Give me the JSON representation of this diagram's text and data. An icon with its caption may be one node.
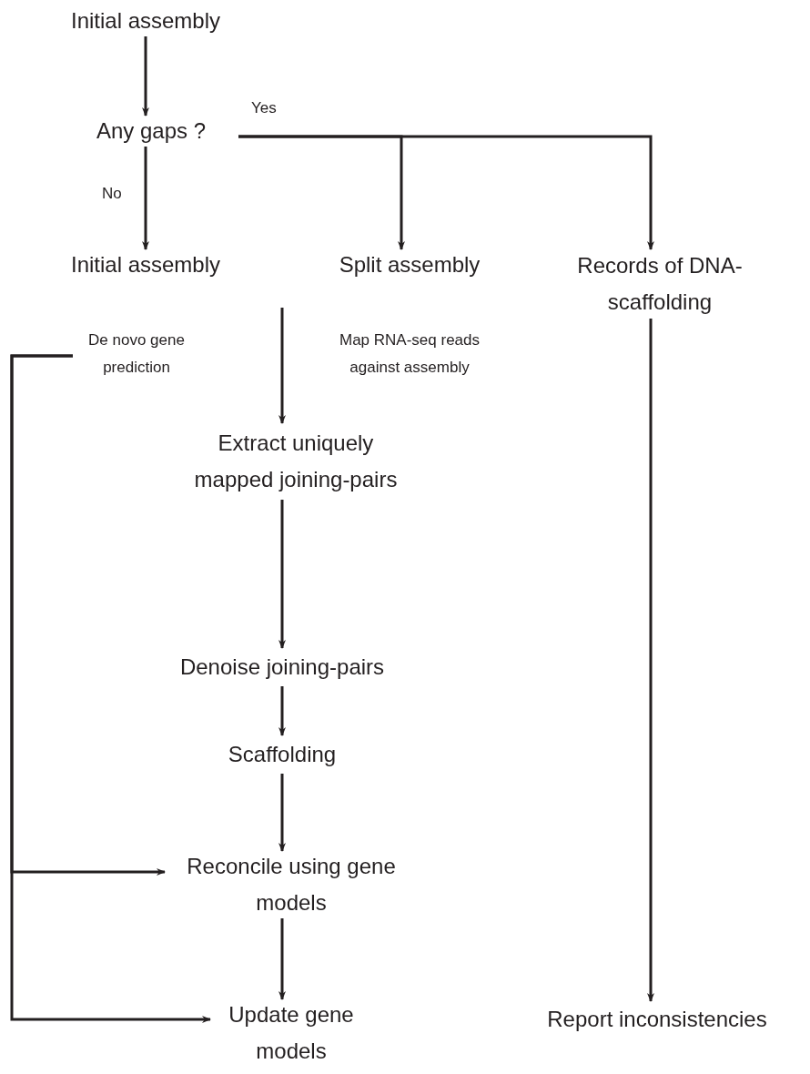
{
  "diagram": {
    "nodes": [
      {
        "text": [
          "Initial assembly"
        ]
      },
      {
        "text": [
          "Any gaps ?"
        ]
      },
      {
        "text": [
          "Initial assembly"
        ]
      },
      {
        "text": [
          "Split assembly"
        ]
      },
      {
        "text": [
          "Records of DNA-scaffolding"
        ]
      },
      {
        "text": [
          "De novo gene prediction"
        ]
      },
      {
        "text": [
          "Extract uniquely mapped joining-pairs"
        ]
      },
      {
        "text": [
          "Denoise joining-pairs"
        ]
      },
      {
        "text": [
          "Scaffolding"
        ]
      },
      {
        "text": [
          "Reconcile using gene models"
        ]
      },
      {
        "text": [
          "Update gene models"
        ]
      },
      {
        "text": [
          "Report inconsistencies"
        ]
      }
    ],
    "edges": [
      {
        "from": 0,
        "to": 1,
        "arrow": "to"
      },
      {
        "from": 1,
        "to": 2,
        "arrow": "to",
        "label": "No"
      },
      {
        "from": 1,
        "to": 3,
        "arrow": "to",
        "label": "Yes"
      },
      {
        "from": 1,
        "to": 4,
        "arrow": "to"
      },
      {
        "from": null,
        "to": 6,
        "arrow": "to"
      },
      {
        "from": 6,
        "to": 7,
        "arrow": "to"
      },
      {
        "from": 7,
        "to": 8,
        "arrow": "to"
      },
      {
        "from": 8,
        "to": 9,
        "arrow": "to"
      },
      {
        "from": 9,
        "to": 10,
        "arrow": "to"
      },
      {
        "from": 5,
        "to": 9,
        "arrow": "to"
      },
      {
        "from": 5,
        "to": 10,
        "arrow": "to"
      },
      {
        "from": 4,
        "to": 11,
        "arrow": "to"
      }
    ],
    "labels": [
      "Map RNA-seq reads against assembly"
    ]
  }
}
